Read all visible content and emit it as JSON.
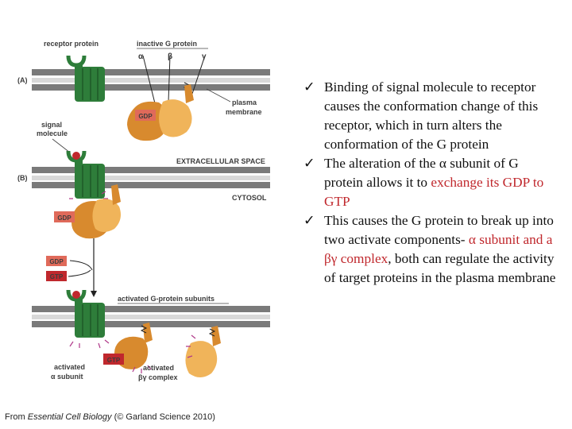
{
  "figure": {
    "labels": {
      "receptor_protein": "receptor protein",
      "inactive_g_protein": "inactive G protein",
      "alpha": "α",
      "beta": "β",
      "gamma": "γ",
      "panel_a": "(A)",
      "panel_b": "(B)",
      "plasma": "plasma",
      "membrane": "membrane",
      "signal": "signal",
      "molecule": "molecule",
      "extracellular_space": "EXTRACELLULAR SPACE",
      "cytosol": "CYTOSOL",
      "gdp": "GDP",
      "gtp": "GTP",
      "activated_subunits": "activated G-protein subunits",
      "activated": "activated",
      "alpha_subunit": "α subunit",
      "bg_complex": "βγ complex"
    },
    "caption": {
      "from": "From ",
      "book": "Essential Cell Biology",
      "rest": " (© Garland Science 2010)"
    },
    "colors": {
      "membrane": "#7a7a7a",
      "receptor": "#2e7d3a",
      "alpha": "#d88a2e",
      "beta_gamma": "#f0b45a",
      "gdp_gtp_label": "#e06a5a",
      "gtp_box": "#c0282d",
      "signal_molecule": "#c0282d",
      "highlight_text": "#c0282d"
    }
  },
  "bullets": {
    "check_glyph": "✓",
    "b1": "Binding of signal molecule to receptor causes the conformation change of this receptor, which in turn alters the conformation of the  G protein",
    "b2": "The alteration of the α subunit of G protein allows it to ",
    "b2_red": "exchange its GDP to GTP",
    "b3_pre": "This causes the G protein to break up into two activate components- ",
    "b3_red": "α subunit and a βγ complex",
    "b3_post": ", both can regulate  the activity of target proteins in the plasma membrane"
  }
}
